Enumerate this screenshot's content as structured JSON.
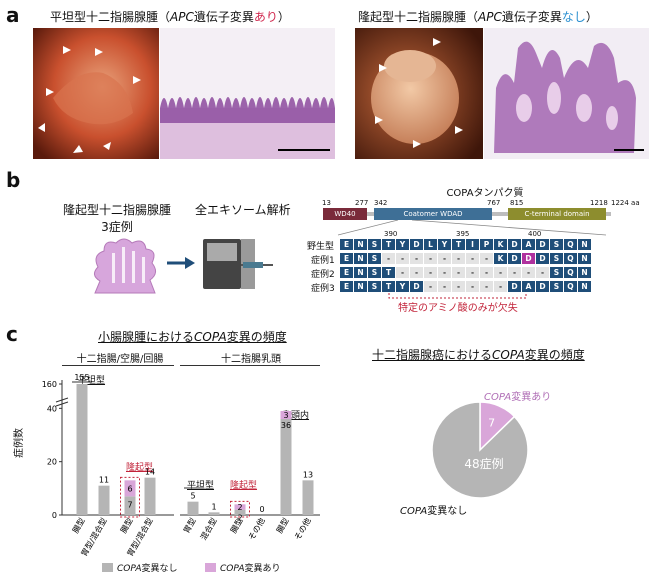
{
  "panel_a": {
    "label": "a",
    "left_title_prefix": "平坦型十二指腸腺腫（",
    "left_title_gene": "APC",
    "left_title_mid": "遺伝子変異",
    "left_title_flag": "あり",
    "left_title_suffix": "）",
    "right_title_prefix": "隆起型十二指腸腺腫（",
    "right_title_gene": "APC",
    "right_title_mid": "遺伝子変異",
    "right_title_flag": "なし",
    "right_title_suffix": "）",
    "flag_yes_color": "#d0284e",
    "flag_no_color": "#2a8fd0"
  },
  "panel_b": {
    "label": "b",
    "case_title_line1": "隆起型十二指腸腺腫",
    "case_title_line2": "3症例",
    "analysis_title": "全エキソーム解析",
    "protein_title": "COPAタンパク質",
    "domains": {
      "positions": [
        "13",
        "277",
        "342",
        "767",
        "815",
        "1218",
        "1224 aa"
      ],
      "wd40": "WD40",
      "coatomer": "Coatomer WDAD",
      "cterm": "C-terminal domain"
    },
    "ticks": [
      "390",
      "395",
      "400"
    ],
    "rows": [
      {
        "label": "野生型",
        "seq": [
          "E",
          "N",
          "S",
          "T",
          "Y",
          "D",
          "L",
          "Y",
          "T",
          "I",
          "P",
          "K",
          "D",
          "A",
          "D",
          "S",
          "Q",
          "N"
        ]
      },
      {
        "label": "症例1",
        "seq": [
          "E",
          "N",
          "S",
          "-",
          "-",
          "-",
          "-",
          "-",
          "-",
          "-",
          "-",
          "K",
          "D",
          "D",
          "D",
          "S",
          "Q",
          "N"
        ]
      },
      {
        "label": "症例2",
        "seq": [
          "E",
          "N",
          "S",
          "T",
          "-",
          "-",
          "-",
          "-",
          "-",
          "-",
          "-",
          "-",
          "-",
          "-",
          "-",
          "S",
          "Q",
          "N"
        ]
      },
      {
        "label": "症例3",
        "seq": [
          "E",
          "N",
          "S",
          "T",
          "Y",
          "D",
          "-",
          "-",
          "-",
          "-",
          "-",
          "-",
          "D",
          "A",
          "D",
          "S",
          "Q",
          "N"
        ]
      }
    ],
    "deletion_note": "特定のアミノ酸のみが欠失"
  },
  "panel_c": {
    "label": "c",
    "bar_title_prefix": "小腸腺腫における",
    "bar_title_gene": "COPA",
    "bar_title_suffix": "変異の頻度",
    "group1_title": "十二指腸/空腸/回腸",
    "group2_title": "十二指腸乳頭",
    "ylabel": "症例数",
    "flat_label_1": "平坦型",
    "raised_label_1": "隆起型",
    "flat_label_2": "平坦型",
    "raised_label_2": "隆起型",
    "intra_papilla": "乳頭内",
    "pie_title_prefix": "十二指腸腺癌における",
    "pie_title_gene": "COPA",
    "pie_title_suffix": "変異の頻度",
    "pie_yes_label_gene": "COPA",
    "pie_yes_label_suffix": "変異あり",
    "pie_no_label_gene": "COPA",
    "pie_no_label_suffix": "変異なし",
    "legend_no_gene": "COPA",
    "legend_no_suffix": "変異なし",
    "legend_yes_gene": "COPA",
    "legend_yes_suffix": "変異あり",
    "colors": {
      "no": "#b5b5b5",
      "yes": "#d9a6d9",
      "raised_box": "#c2243a"
    }
  },
  "chart_data": [
    {
      "type": "bar",
      "title": "小腸腺腫におけるCOPA変異の頻度",
      "ylabel": "症例数",
      "categories": [
        "腸型",
        "胃型/混合型",
        "腸型",
        "胃型/混合型",
        "胃型",
        "混合型",
        "腸型",
        "その他",
        "腸型",
        "その他"
      ],
      "series": [
        {
          "name": "COPA変異なし",
          "values": [
            155,
            11,
            7,
            14,
            5,
            1,
            2,
            0,
            36,
            13
          ]
        },
        {
          "name": "COPA変異あり",
          "values": [
            0,
            0,
            6,
            0,
            0,
            0,
            2,
            0,
            3,
            0
          ]
        }
      ],
      "label_texts": [
        "155",
        "11",
        "7",
        "14",
        "5",
        "1",
        "2",
        "0",
        "36",
        "13"
      ],
      "yes_label_texts": [
        "6",
        "2",
        "3"
      ],
      "yticks": [
        "0",
        "20",
        "40",
        "160"
      ],
      "ylim": [
        0,
        160
      ],
      "axis_break": true
    },
    {
      "type": "pie",
      "title": "十二指腸腺癌におけるCOPA変異の頻度",
      "slices": [
        {
          "name": "COPA変異なし",
          "value": 48,
          "label": "48症例"
        },
        {
          "name": "COPA変異あり",
          "value": 7,
          "label": "7"
        }
      ]
    }
  ]
}
